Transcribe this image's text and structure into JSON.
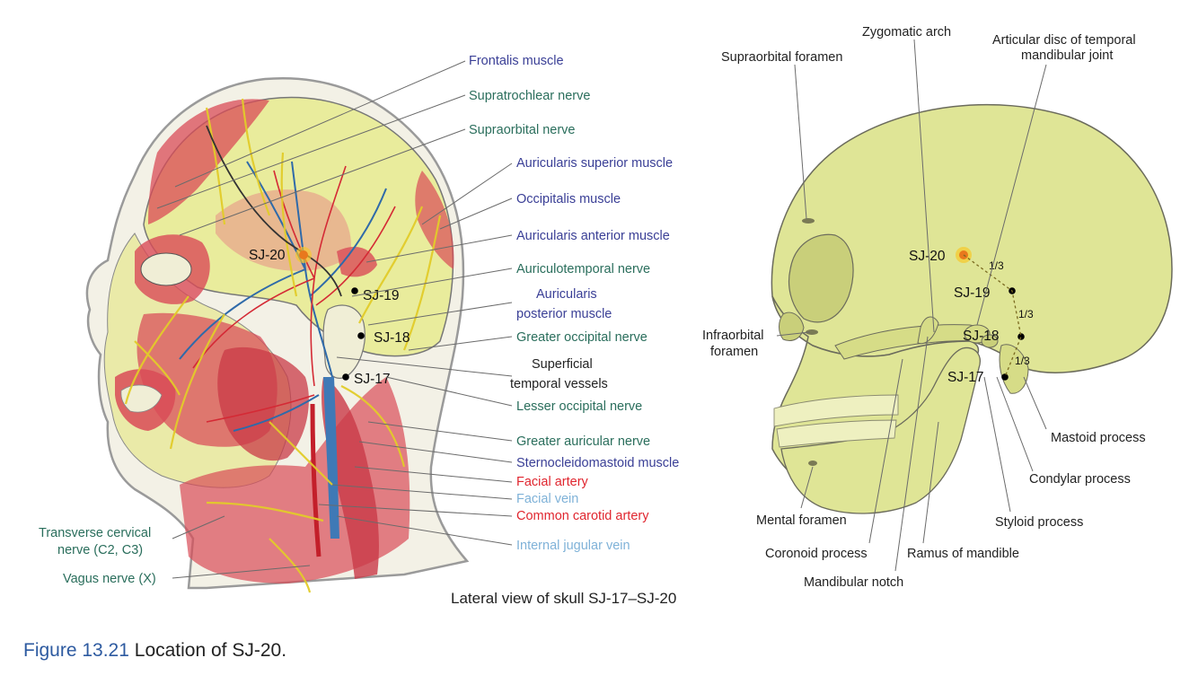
{
  "head_labels": {
    "frontalis": "Frontalis muscle",
    "supratrochlear": "Supratrochlear nerve",
    "supraorbital_nerve": "Supraorbital nerve",
    "auricularis_superior": "Auricularis superior muscle",
    "occipitalis": "Occipitalis muscle",
    "auricularis_anterior": "Auricularis anterior muscle",
    "auriculotemporal": "Auriculotemporal nerve",
    "auricularis_posterior_1": "Auricularis",
    "auricularis_posterior_2": "posterior muscle",
    "greater_occipital": "Greater occipital nerve",
    "superficial_temporal_1": "Superficial",
    "superficial_temporal_2": "temporal vessels",
    "lesser_occipital": "Lesser occipital nerve",
    "greater_auricular": "Greater auricular nerve",
    "sternocleidomastoid": "Sternocleidomastoid muscle",
    "facial_artery": "Facial artery",
    "facial_vein": "Facial vein",
    "common_carotid": "Common carotid artery",
    "internal_jugular": "Internal jugular vein",
    "transverse_cervical_1": "Transverse cervical",
    "transverse_cervical_2": "nerve (C2, C3)",
    "vagus": "Vagus nerve (X)"
  },
  "head_points": {
    "sj20": "SJ-20",
    "sj19": "SJ-19",
    "sj18": "SJ-18",
    "sj17": "SJ-17"
  },
  "skull_labels": {
    "zygomatic_arch": "Zygomatic arch",
    "articular_disc_1": "Articular disc of temporal",
    "articular_disc_2": "mandibular joint",
    "supraorbital_foramen": "Supraorbital foramen",
    "infraorbital_1": "Infraorbital",
    "infraorbital_2": "foramen",
    "mastoid_process": "Mastoid process",
    "condylar_process": "Condylar process",
    "styloid_process": "Styloid process",
    "mental_foramen": "Mental foramen",
    "coronoid_process": "Coronoid process",
    "ramus": "Ramus of mandible",
    "mandibular_notch": "Mandibular notch"
  },
  "skull_points": {
    "sj20": "SJ-20",
    "sj19": "SJ-19",
    "sj18": "SJ-18",
    "sj17": "SJ-17"
  },
  "fractions": {
    "f1": "1/3",
    "f2": "1/3",
    "f3": "1/3"
  },
  "subtitle": "Lateral view of skull SJ-17–SJ-20",
  "caption": {
    "figure": "Figure 13.21",
    "text": "Location of SJ-20."
  },
  "colors": {
    "muscle_label": "#3a3f96",
    "nerve_label": "#2a6e5c",
    "artery_label": "#e0262f",
    "vein_label": "#7fb2d8",
    "skull_fill": "#dfe596",
    "acupoint": "#f0b323"
  }
}
